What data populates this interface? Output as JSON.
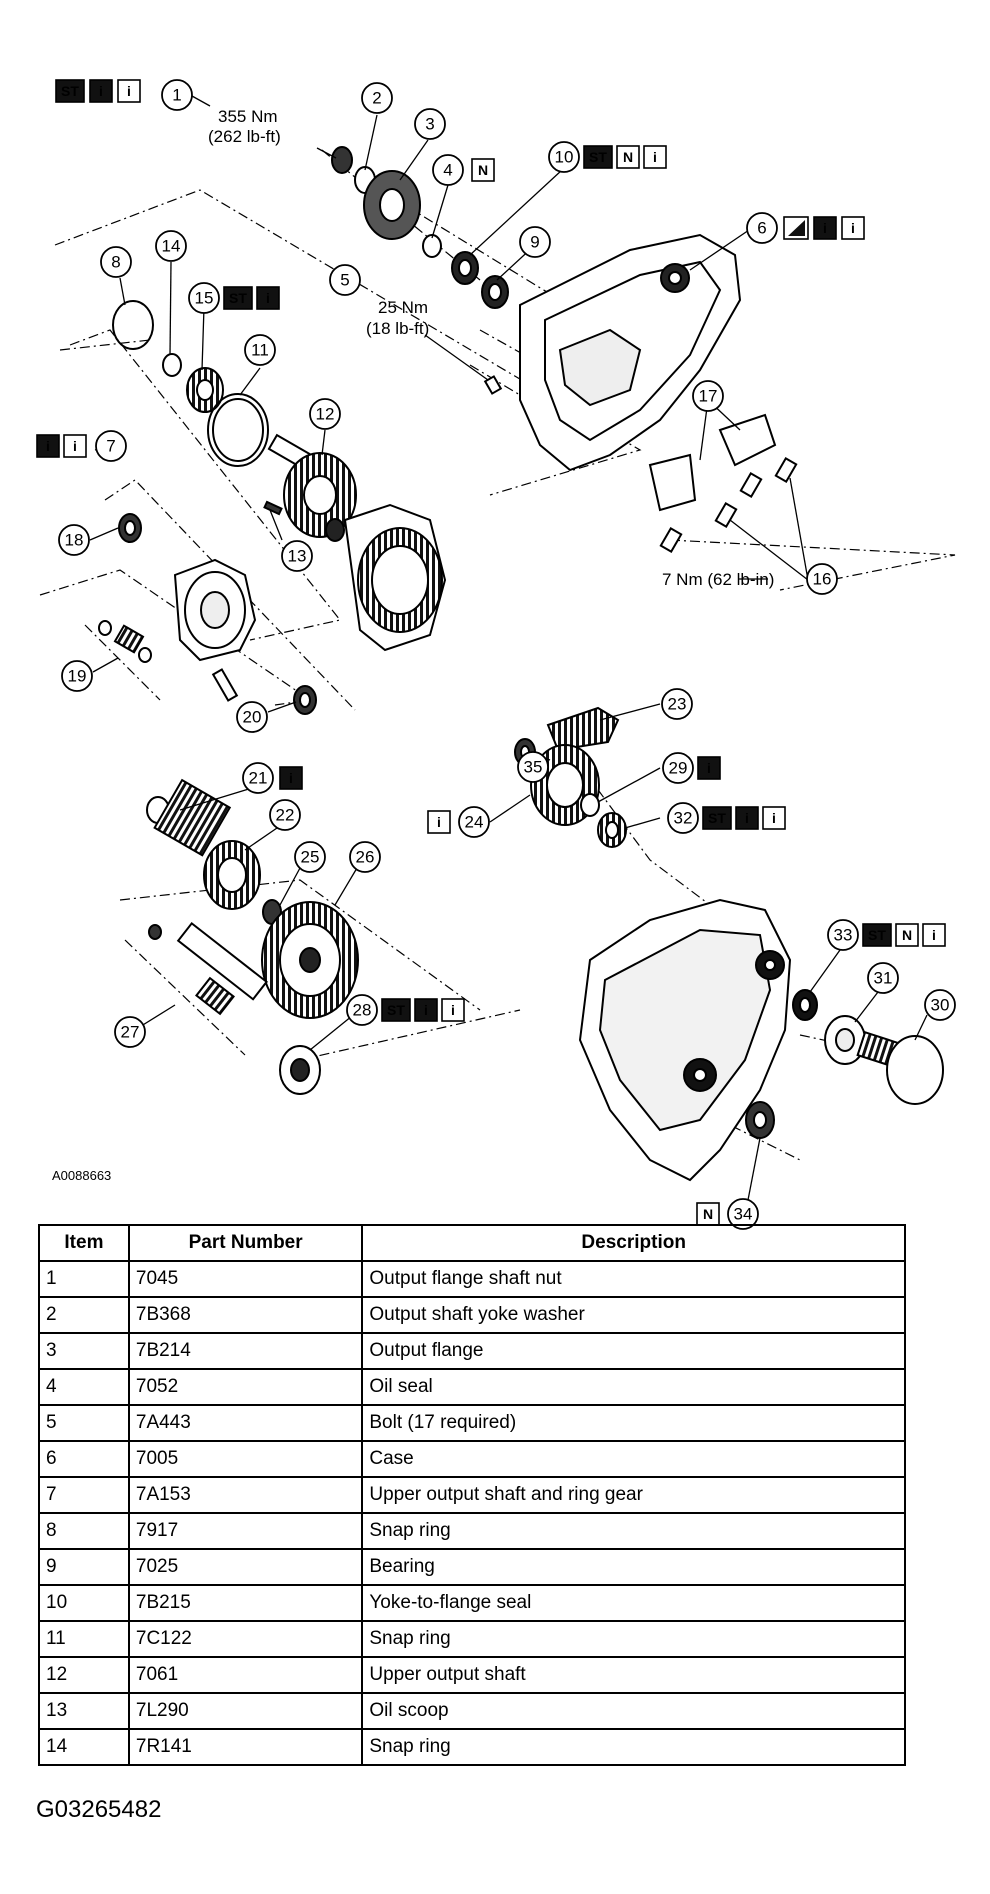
{
  "diagram": {
    "figure_code": "A0088663",
    "badge_symbols": {
      "st": "ST",
      "info": "i",
      "new": "N"
    },
    "torques": [
      {
        "metric": "355 Nm",
        "imperial": "(262 lb-ft)"
      },
      {
        "metric": "25 Nm",
        "imperial": "(18 lb-ft)"
      },
      {
        "label": "7 Nm (62 lb-in)"
      }
    ],
    "callouts": [
      "1",
      "2",
      "3",
      "4",
      "5",
      "6",
      "7",
      "8",
      "9",
      "10",
      "11",
      "12",
      "13",
      "14",
      "15",
      "16",
      "17",
      "18",
      "19",
      "20",
      "21",
      "22",
      "23",
      "24",
      "25",
      "26",
      "27",
      "28",
      "29",
      "30",
      "31",
      "32",
      "33",
      "34",
      "35"
    ]
  },
  "table": {
    "headers": [
      "Item",
      "Part Number",
      "Description"
    ],
    "rows": [
      [
        "1",
        "7045",
        "Output flange shaft nut"
      ],
      [
        "2",
        "7B368",
        "Output shaft yoke washer"
      ],
      [
        "3",
        "7B214",
        "Output flange"
      ],
      [
        "4",
        "7052",
        "Oil seal"
      ],
      [
        "5",
        "7A443",
        "Bolt (17 required)"
      ],
      [
        "6",
        "7005",
        "Case"
      ],
      [
        "7",
        "7A153",
        "Upper output shaft and ring gear"
      ],
      [
        "8",
        "7917",
        "Snap ring"
      ],
      [
        "9",
        "7025",
        "Bearing"
      ],
      [
        "10",
        "7B215",
        "Yoke-to-flange seal"
      ],
      [
        "11",
        "7C122",
        "Snap ring"
      ],
      [
        "12",
        "7061",
        "Upper output shaft"
      ],
      [
        "13",
        "7L290",
        "Oil scoop"
      ],
      [
        "14",
        "7R141",
        "Snap ring"
      ]
    ]
  },
  "figure_id": "G03265482"
}
